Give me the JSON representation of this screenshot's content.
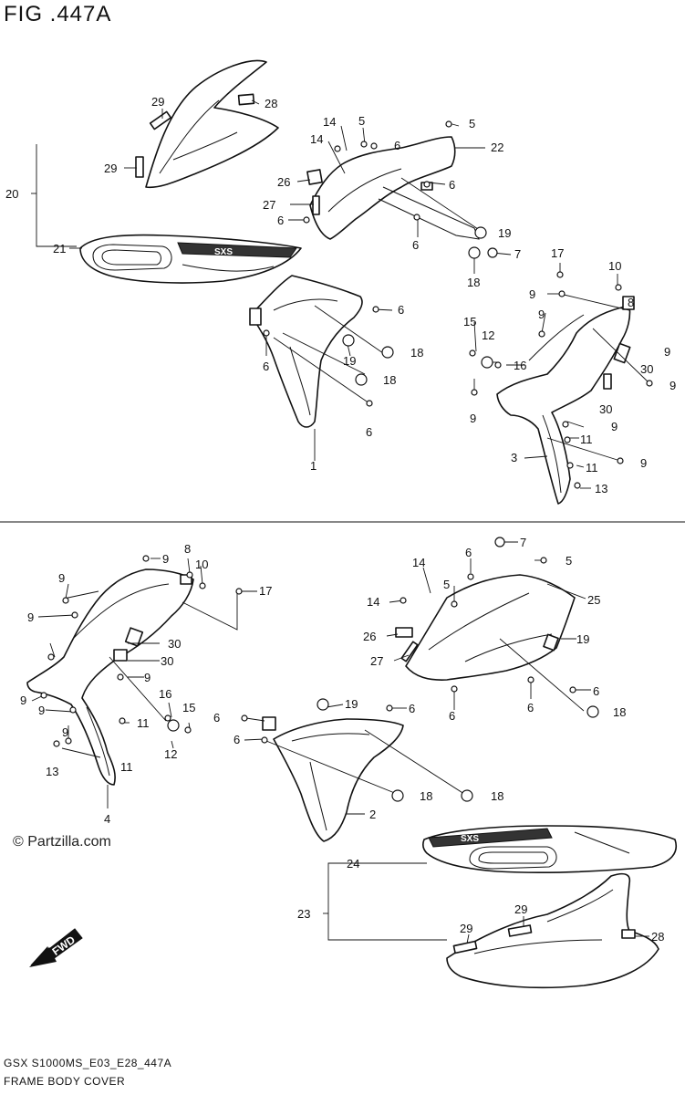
{
  "header": {
    "figure_title": "FIG .447A"
  },
  "footer": {
    "code": "GSX  S1000MS_E03_E28_447A",
    "name": "FRAME BODY COVER"
  },
  "watermark": {
    "copyright_symbol": "©",
    "text": "Partzilla.com"
  },
  "fwd_arrow": {
    "label": "FWD"
  },
  "decal_text": {
    "sxs": "SXS"
  },
  "callouts": [
    {
      "id": "c29a",
      "t": "29"
    },
    {
      "id": "c28a",
      "t": "28"
    },
    {
      "id": "c29b",
      "t": "29"
    },
    {
      "id": "c20",
      "t": "20"
    },
    {
      "id": "c21",
      "t": "21"
    },
    {
      "id": "c14a",
      "t": "14"
    },
    {
      "id": "c5a",
      "t": "5"
    },
    {
      "id": "c14b",
      "t": "14"
    },
    {
      "id": "c6a",
      "t": "6"
    },
    {
      "id": "c5b",
      "t": "5"
    },
    {
      "id": "c22",
      "t": "22"
    },
    {
      "id": "c26a",
      "t": "26"
    },
    {
      "id": "c6b",
      "t": "6"
    },
    {
      "id": "c27a",
      "t": "27"
    },
    {
      "id": "c6c",
      "t": "6"
    },
    {
      "id": "c19a",
      "t": "19"
    },
    {
      "id": "c6d",
      "t": "6"
    },
    {
      "id": "c7a",
      "t": "7"
    },
    {
      "id": "c18a",
      "t": "18"
    },
    {
      "id": "c6e",
      "t": "6"
    },
    {
      "id": "c6f",
      "t": "6"
    },
    {
      "id": "c19b",
      "t": "19"
    },
    {
      "id": "c18b",
      "t": "18"
    },
    {
      "id": "c18c",
      "t": "18"
    },
    {
      "id": "c6g",
      "t": "6"
    },
    {
      "id": "c1",
      "t": "1"
    },
    {
      "id": "c17a",
      "t": "17"
    },
    {
      "id": "c10a",
      "t": "10"
    },
    {
      "id": "c8a",
      "t": "8"
    },
    {
      "id": "c9a",
      "t": "9"
    },
    {
      "id": "c9b",
      "t": "9"
    },
    {
      "id": "c15a",
      "t": "15"
    },
    {
      "id": "c12a",
      "t": "12"
    },
    {
      "id": "c9c",
      "t": "9"
    },
    {
      "id": "c16a",
      "t": "16"
    },
    {
      "id": "c30a",
      "t": "30"
    },
    {
      "id": "c9d",
      "t": "9"
    },
    {
      "id": "c30b",
      "t": "30"
    },
    {
      "id": "c9e",
      "t": "9"
    },
    {
      "id": "c9f",
      "t": "9"
    },
    {
      "id": "c11a",
      "t": "11"
    },
    {
      "id": "c3",
      "t": "3"
    },
    {
      "id": "c9g",
      "t": "9"
    },
    {
      "id": "c11b",
      "t": "11"
    },
    {
      "id": "c13a",
      "t": "13"
    },
    {
      "id": "c8b",
      "t": "8"
    },
    {
      "id": "c9h",
      "t": "9"
    },
    {
      "id": "c10b",
      "t": "10"
    },
    {
      "id": "c9i",
      "t": "9"
    },
    {
      "id": "c9j",
      "t": "9"
    },
    {
      "id": "c17b",
      "t": "17"
    },
    {
      "id": "c30c",
      "t": "30"
    },
    {
      "id": "c30d",
      "t": "30"
    },
    {
      "id": "c9k",
      "t": "9"
    },
    {
      "id": "c9l",
      "t": "9"
    },
    {
      "id": "c9m",
      "t": "9"
    },
    {
      "id": "c11c",
      "t": "11"
    },
    {
      "id": "c9n",
      "t": "9"
    },
    {
      "id": "c16b",
      "t": "16"
    },
    {
      "id": "c15b",
      "t": "15"
    },
    {
      "id": "c12b",
      "t": "12"
    },
    {
      "id": "c13b",
      "t": "13"
    },
    {
      "id": "c11d",
      "t": "11"
    },
    {
      "id": "c4",
      "t": "4"
    },
    {
      "id": "c7b",
      "t": "7"
    },
    {
      "id": "c6h",
      "t": "6"
    },
    {
      "id": "c5c",
      "t": "5"
    },
    {
      "id": "c14c",
      "t": "14"
    },
    {
      "id": "c5d",
      "t": "5"
    },
    {
      "id": "c14d",
      "t": "14"
    },
    {
      "id": "c25",
      "t": "25"
    },
    {
      "id": "c26b",
      "t": "26"
    },
    {
      "id": "c19c",
      "t": "19"
    },
    {
      "id": "c27b",
      "t": "27"
    },
    {
      "id": "c6i",
      "t": "6"
    },
    {
      "id": "c6j",
      "t": "6"
    },
    {
      "id": "c18d",
      "t": "18"
    },
    {
      "id": "c6k",
      "t": "6"
    },
    {
      "id": "c19d",
      "t": "19"
    },
    {
      "id": "c6l",
      "t": "6"
    },
    {
      "id": "c6m",
      "t": "6"
    },
    {
      "id": "c6n",
      "t": "6"
    },
    {
      "id": "c18e",
      "t": "18"
    },
    {
      "id": "c18f",
      "t": "18"
    },
    {
      "id": "c2",
      "t": "2"
    },
    {
      "id": "c24",
      "t": "24"
    },
    {
      "id": "c23",
      "t": "23"
    },
    {
      "id": "c29c",
      "t": "29"
    },
    {
      "id": "c29d",
      "t": "29"
    },
    {
      "id": "c28b",
      "t": "28"
    }
  ]
}
